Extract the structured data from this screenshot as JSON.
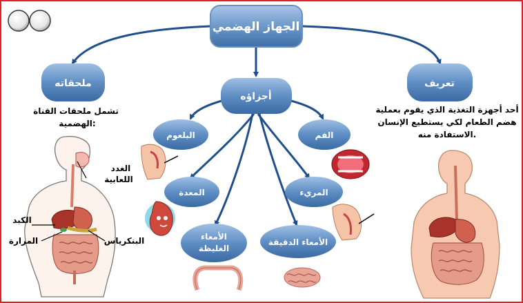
{
  "title": "الجهاز الهضمي",
  "nodes": {
    "definition": "تعريف",
    "parts": "أجزاؤه",
    "accessories": "ملحقاته",
    "mouth": "الفم",
    "pharynx": "البلعوم",
    "esophagus": "المريء",
    "stomach": "المعدة",
    "small_intestine": "الأمعاء الدقيقة",
    "large_intestine_1": "الأمعاء",
    "large_intestine_2": "الغليظة"
  },
  "definition_text": {
    "line1": "أحد أجهزة التغذية الذي يقوم بعملية",
    "line2": "هضم الطعام لكي يستطيع الإنسان",
    "line3": "الاستفادة منه."
  },
  "accessories_text": {
    "line1": "تشمل ملحقات القناة",
    "line2": "الهضمية:"
  },
  "organ_labels": {
    "salivary_1": "الغدد",
    "salivary_2": "اللعابية",
    "liver": "الكبد",
    "gallbladder": "المرارة",
    "pancreas": "البنكرياس"
  },
  "colors": {
    "frame": "#e21f26",
    "node_fill": "#4f7fb5",
    "connector": "#1f4e8c",
    "node_text": "#ffffff",
    "body_text": "#000000"
  }
}
